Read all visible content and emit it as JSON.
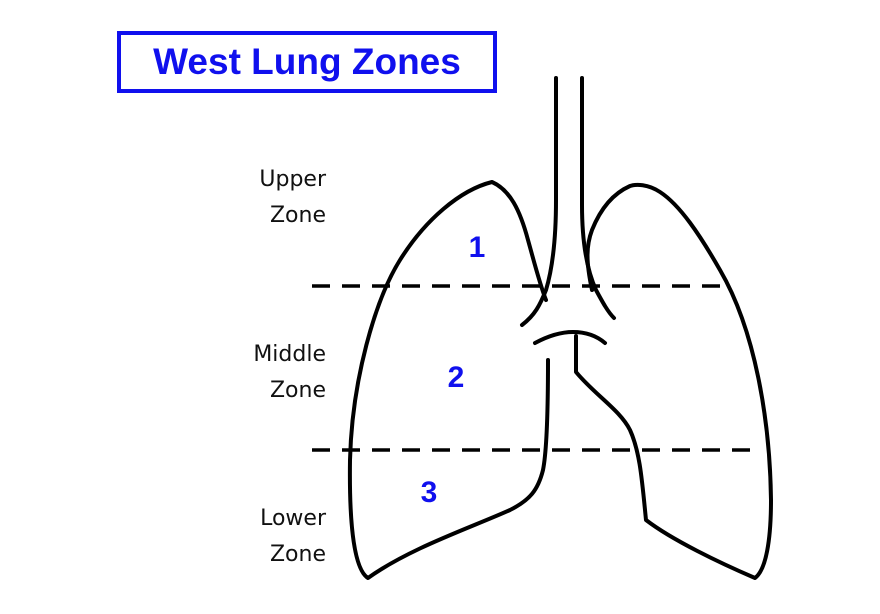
{
  "title": "West Lung Zones",
  "zones": [
    {
      "line1": "Upper",
      "line2": "Zone",
      "number": "1"
    },
    {
      "line1": "Middle",
      "line2": "Zone",
      "number": "2"
    },
    {
      "line1": "Lower",
      "line2": "Zone",
      "number": "3"
    }
  ],
  "colors": {
    "accent": "#1010ee",
    "outline": "#000000",
    "label": "#111111"
  }
}
